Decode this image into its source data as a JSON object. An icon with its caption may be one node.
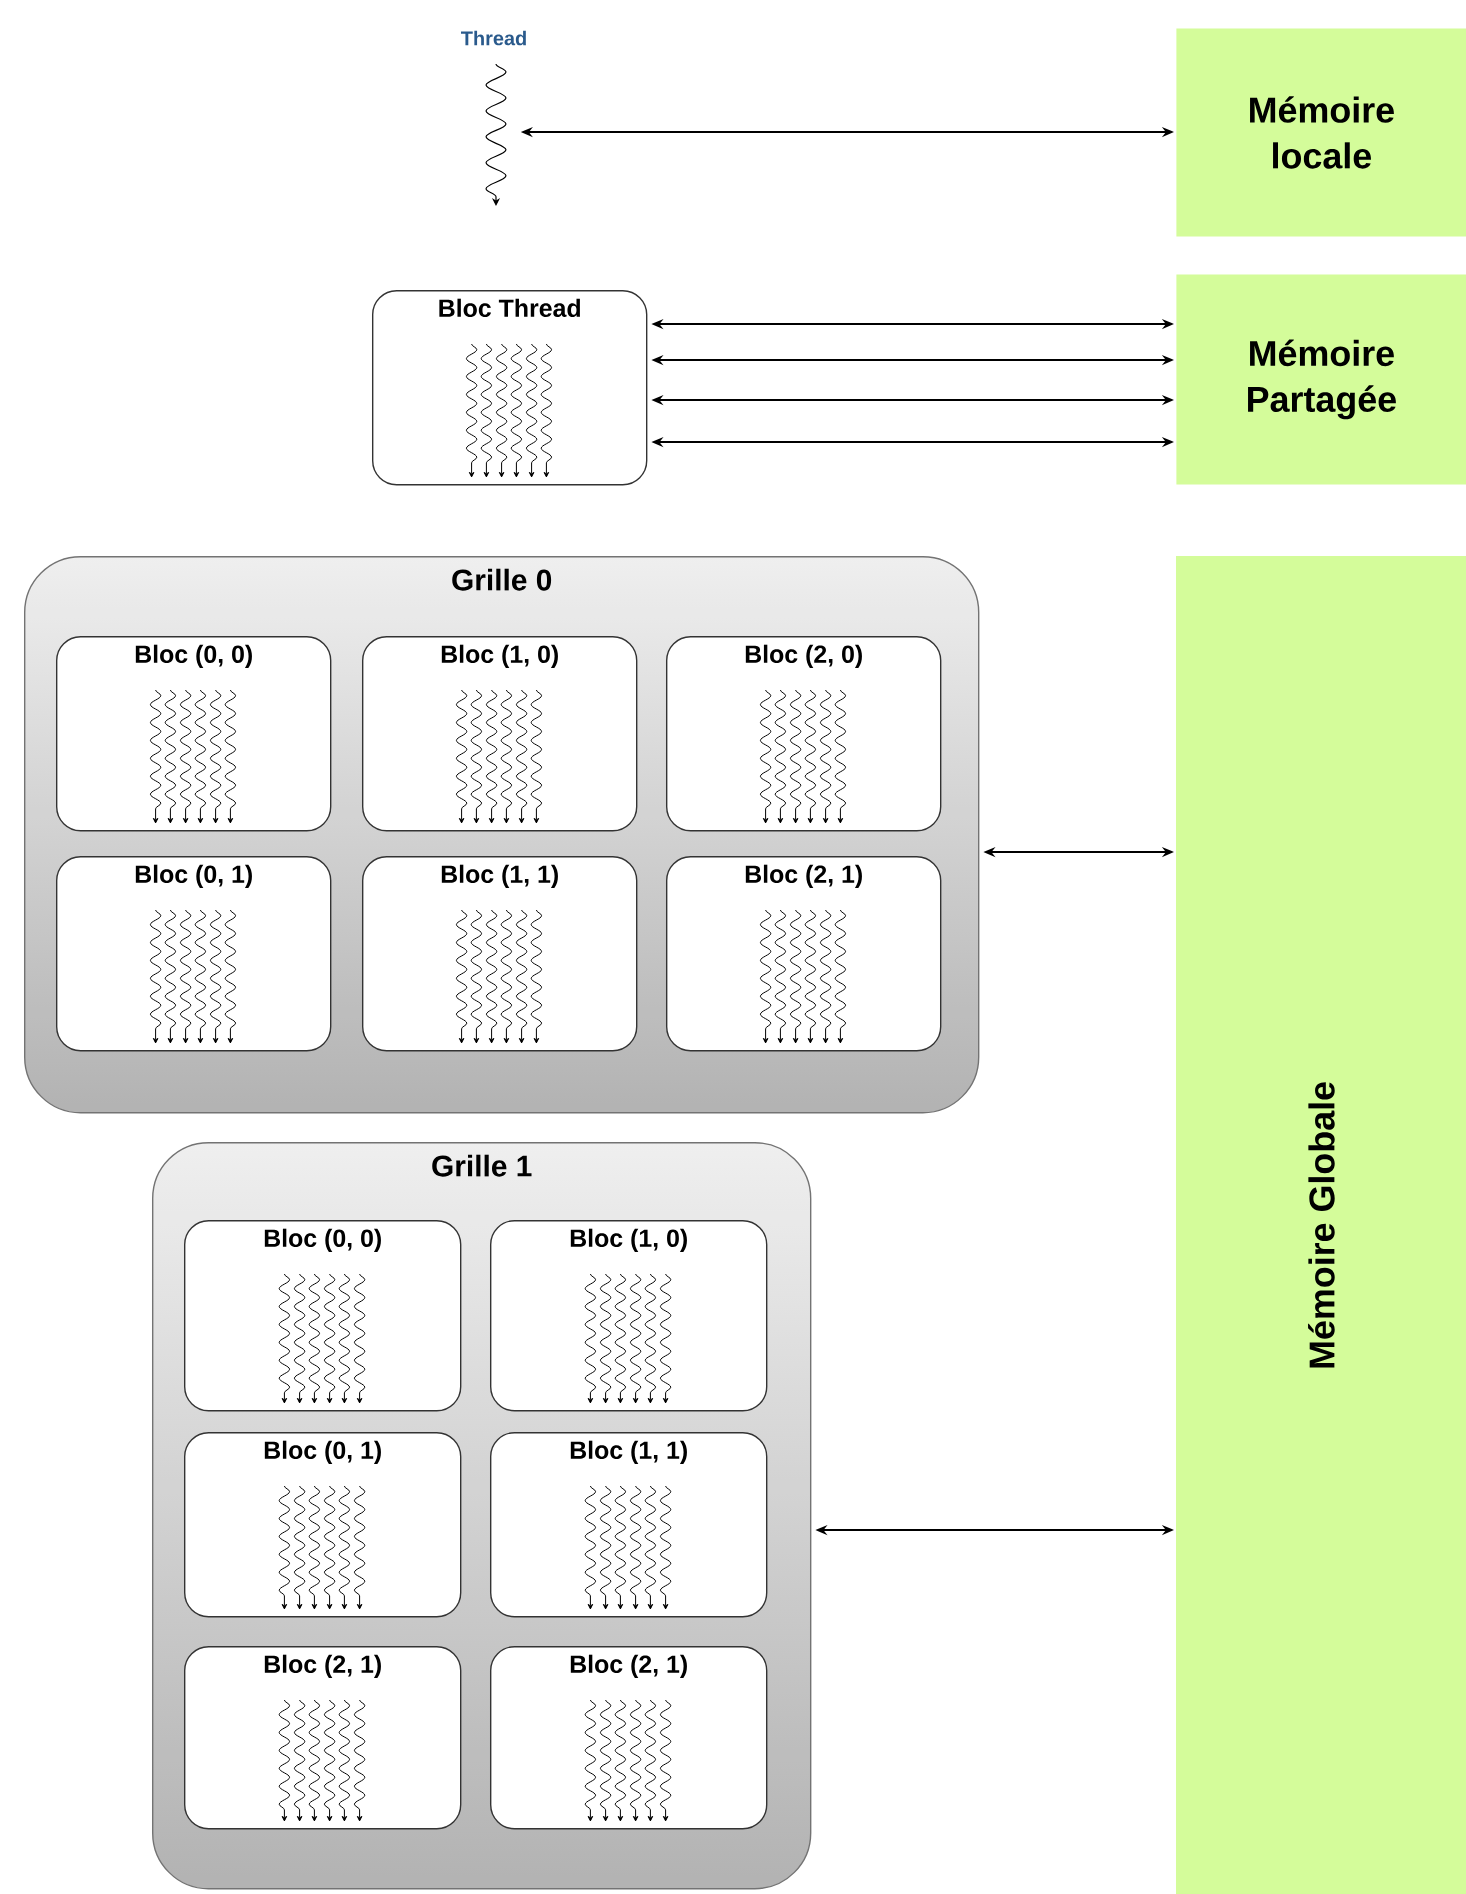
{
  "diagram": {
    "nodes": [
      {
        "text": [],
        "shape": "picture",
        "beside": [
          "Thread"
        ]
      },
      {
        "text": [
          "Mémoire locale"
        ]
      },
      {
        "text": [
          "Bloc Thread"
        ]
      },
      {
        "text": [
          "Mémoire Partagée"
        ]
      },
      {
        "text": [
          "Grille 0"
        ]
      },
      {
        "text": [
          "Bloc (0, 0)"
        ],
        "in": 4
      },
      {
        "text": [
          "Bloc (1, 0)"
        ],
        "in": 4
      },
      {
        "text": [
          "Bloc (2, 0)"
        ],
        "in": 4
      },
      {
        "text": [
          "Bloc (0, 1)"
        ],
        "in": 4
      },
      {
        "text": [
          "Bloc (1, 1)"
        ],
        "in": 4
      },
      {
        "text": [
          "Bloc (2, 1)"
        ],
        "in": 4
      },
      {
        "text": [
          "Mémoire Globale"
        ]
      },
      {
        "text": [
          "Grille 1"
        ]
      },
      {
        "text": [
          "Bloc (0, 0)"
        ],
        "in": 12
      },
      {
        "text": [
          "Bloc (1, 0)"
        ],
        "in": 12
      },
      {
        "text": [
          "Bloc (0, 1)"
        ],
        "in": 12
      },
      {
        "text": [
          "Bloc (1, 1)"
        ],
        "in": 12
      },
      {
        "text": [
          "Bloc (2, 1)"
        ],
        "in": 12
      },
      {
        "text": [
          "Bloc (2, 1)"
        ],
        "in": 12
      }
    ],
    "edges": [
      {
        "from": 0,
        "to": 1,
        "arrow": "both"
      },
      {
        "from": 2,
        "to": 3,
        "arrow": "both"
      },
      {
        "from": 2,
        "to": 3,
        "arrow": "both"
      },
      {
        "from": 2,
        "to": 3,
        "arrow": "both"
      },
      {
        "from": 2,
        "to": 3,
        "arrow": "both"
      },
      {
        "from": 4,
        "to": 11,
        "arrow": "both"
      },
      {
        "from": 12,
        "to": 11,
        "arrow": "both"
      }
    ]
  }
}
